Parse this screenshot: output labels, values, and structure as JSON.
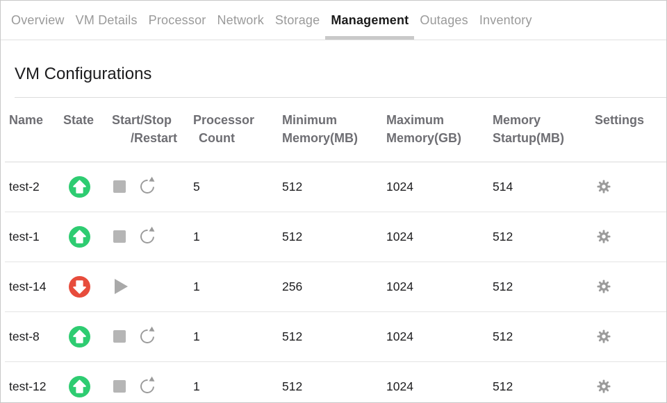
{
  "tabs": {
    "items": [
      {
        "label": "Overview",
        "active": false
      },
      {
        "label": "VM Details",
        "active": false
      },
      {
        "label": "Processor",
        "active": false
      },
      {
        "label": "Network",
        "active": false
      },
      {
        "label": "Storage",
        "active": false
      },
      {
        "label": "Management",
        "active": true
      },
      {
        "label": "Outages",
        "active": false
      },
      {
        "label": "Inventory",
        "active": false
      }
    ]
  },
  "section": {
    "title": "VM Configurations"
  },
  "table": {
    "columns": [
      {
        "line1": "Name",
        "line2": ""
      },
      {
        "line1": "State",
        "line2": ""
      },
      {
        "line1": "Start/Stop",
        "line2": "/Restart"
      },
      {
        "line1": "Processor",
        "line2": "Count"
      },
      {
        "line1": "Minimum",
        "line2": "Memory(MB)"
      },
      {
        "line1": "Maximum",
        "line2": "Memory(GB)"
      },
      {
        "line1": "Memory",
        "line2": "Startup(MB)"
      },
      {
        "line1": "Settings",
        "line2": ""
      }
    ],
    "rows": [
      {
        "name": "test-2",
        "state": "up",
        "controls": [
          "stop",
          "restart"
        ],
        "processor_count": "5",
        "min_memory_mb": "512",
        "max_memory_gb": "1024",
        "memory_startup_mb": "514",
        "settings_icon": "gear-icon"
      },
      {
        "name": "test-1",
        "state": "up",
        "controls": [
          "stop",
          "restart"
        ],
        "processor_count": "1",
        "min_memory_mb": "512",
        "max_memory_gb": "1024",
        "memory_startup_mb": "512",
        "settings_icon": "gear-icon"
      },
      {
        "name": "test-14",
        "state": "down",
        "controls": [
          "play"
        ],
        "processor_count": "1",
        "min_memory_mb": "256",
        "max_memory_gb": "1024",
        "memory_startup_mb": "512",
        "settings_icon": "gear-icon"
      },
      {
        "name": "test-8",
        "state": "up",
        "controls": [
          "stop",
          "restart"
        ],
        "processor_count": "1",
        "min_memory_mb": "512",
        "max_memory_gb": "1024",
        "memory_startup_mb": "512",
        "settings_icon": "gear-icon"
      },
      {
        "name": "test-12",
        "state": "up",
        "controls": [
          "stop",
          "restart"
        ],
        "processor_count": "1",
        "min_memory_mb": "512",
        "max_memory_gb": "1024",
        "memory_startup_mb": "512",
        "settings_icon": "gear-icon"
      }
    ]
  },
  "icons": {
    "state_up": "up-arrow-circle-icon",
    "state_down": "down-arrow-circle-icon",
    "stop": "stop-icon",
    "restart": "restart-icon",
    "play": "play-icon",
    "settings": "gear-icon"
  },
  "colors": {
    "state_up_green": "#2ecc71",
    "state_down_red": "#e74c3c",
    "icon_gray": "#9b9b9b",
    "header_text": "#6e6e73",
    "tab_inactive": "#9a9a9a",
    "tab_active": "#1b1b1b",
    "active_tab_underline": "#c9c9c9"
  }
}
